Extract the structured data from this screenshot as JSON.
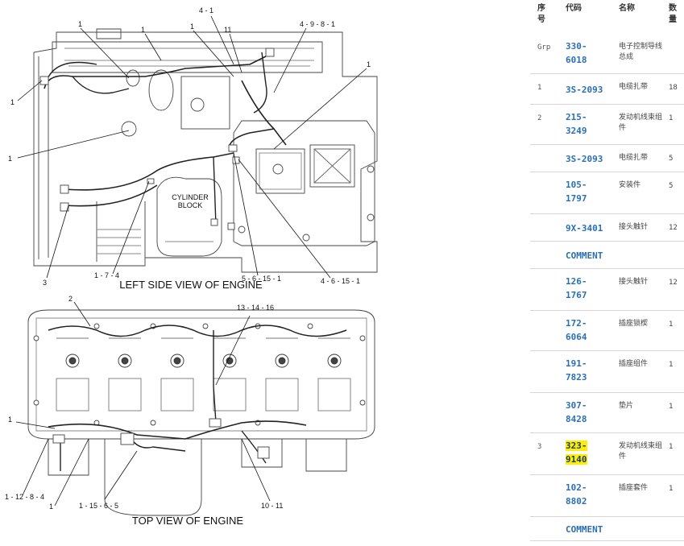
{
  "diagram": {
    "top_title": "LEFT SIDE VIEW OF ENGINE",
    "bottom_title": "TOP VIEW OF ENGINE",
    "block_label_1": "CYLINDER",
    "block_label_2": "BLOCK",
    "callouts": {
      "c_4_1": "4 - 1",
      "c_4_9_8_1": "4 - 9 - 8 - 1",
      "c_1a": "1",
      "c_1b": "1",
      "c_1c": "1",
      "c_11": "11",
      "c_1d": "1",
      "c_1e": "1",
      "c_1f": "1",
      "c_1g": "1",
      "c_3": "3",
      "c_1_7_4": "1 - 7 - 4",
      "c_5_6_15_1": "5 - 6 - 15 - 1",
      "c_4_6_15_1": "4 - 6 - 15 - 1",
      "c_2": "2",
      "c_13_14_16": "13 - 14 - 16",
      "c_1h": "1",
      "c_1_12_8_4": "1 - 12 - 8 - 4",
      "c_1i": "1",
      "c_1_15_6_5": "1 - 15 - 6 - 5",
      "c_10_11": "10 - 11"
    }
  },
  "parts": {
    "headers": {
      "seq": "序\n号",
      "code": "代码",
      "name": "名称",
      "qty": "数\n量"
    },
    "rows": [
      {
        "seq": "Grp",
        "code": "330-\n6018",
        "name": "电子控制导线总成",
        "qty": ""
      },
      {
        "seq": "1",
        "code": "3S-2093",
        "name": "电缆扎带",
        "qty": "18"
      },
      {
        "seq": "2",
        "code": "215-\n3249",
        "name": "发动机线束组件",
        "qty": "1"
      },
      {
        "seq": "",
        "code": "3S-2093",
        "name": "电缆扎带",
        "qty": "5"
      },
      {
        "seq": "",
        "code": "105-\n1797",
        "name": "安装件",
        "qty": "5"
      },
      {
        "seq": "",
        "code": "9X-3401",
        "name": "接头触针",
        "qty": "12"
      },
      {
        "seq": "",
        "code": "COMMENT",
        "name": "",
        "qty": ""
      },
      {
        "seq": "",
        "code": "126-\n1767",
        "name": "接头触针",
        "qty": "12"
      },
      {
        "seq": "",
        "code": "172-\n6064",
        "name": "插座锁楔",
        "qty": "1"
      },
      {
        "seq": "",
        "code": "191-\n7823",
        "name": "插座组件",
        "qty": "1"
      },
      {
        "seq": "",
        "code": "307-\n8428",
        "name": "垫片",
        "qty": "1"
      },
      {
        "seq": "3",
        "code": "323-\n9140",
        "name": "发动机线束组件",
        "qty": "1",
        "highlight": true
      },
      {
        "seq": "",
        "code": "102-\n8802",
        "name": "插座套件",
        "qty": "1"
      },
      {
        "seq": "",
        "code": "COMMENT",
        "name": "",
        "qty": ""
      }
    ]
  }
}
